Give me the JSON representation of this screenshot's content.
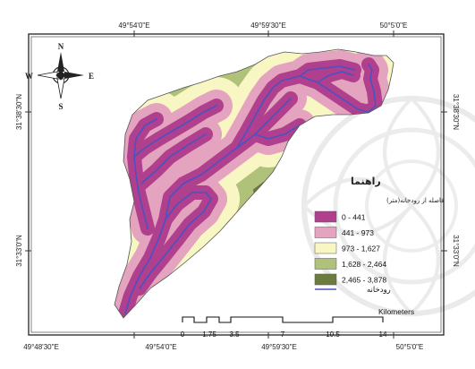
{
  "colors": {
    "frame": "#333333",
    "background": "#ffffff",
    "river": "#4a52c0",
    "watermark": "#d9d9d9"
  },
  "coordinates": {
    "top": [
      "49°54'0\"E",
      "49°59'30\"E",
      "50°5'0\"E"
    ],
    "bottom": [
      "49°48'30\"E",
      "49°54'0\"E",
      "49°59'30\"E",
      "50°5'0\"E"
    ],
    "left": [
      "31°38'30\"N",
      "31°33'0\"N"
    ],
    "right": [
      "31°38'30\"N",
      "31°33'0\"N"
    ]
  },
  "compass": {
    "north": "N",
    "south": "S",
    "east": "E",
    "west": "W",
    "icon": "north-arrow-compass-icon"
  },
  "legend": {
    "title": "راهنما",
    "subtitle": "فاصله از رودخانه(متر)",
    "classes": [
      {
        "label": "0 - 441",
        "color": "#b0408e"
      },
      {
        "label": "441 - 973",
        "color": "#e4a3bf"
      },
      {
        "label": "973 - 1,627",
        "color": "#f8f6c2"
      },
      {
        "label": "1,628 - 2,464",
        "color": "#b0c27a"
      },
      {
        "label": "2,465 - 3,878",
        "color": "#6c7c3d"
      }
    ],
    "river_label": "رودخانه"
  },
  "scale_bar": {
    "unit": "Kilometers",
    "ticks": [
      "0",
      "1.75",
      "3.5",
      "7",
      "10.5",
      "14"
    ]
  }
}
